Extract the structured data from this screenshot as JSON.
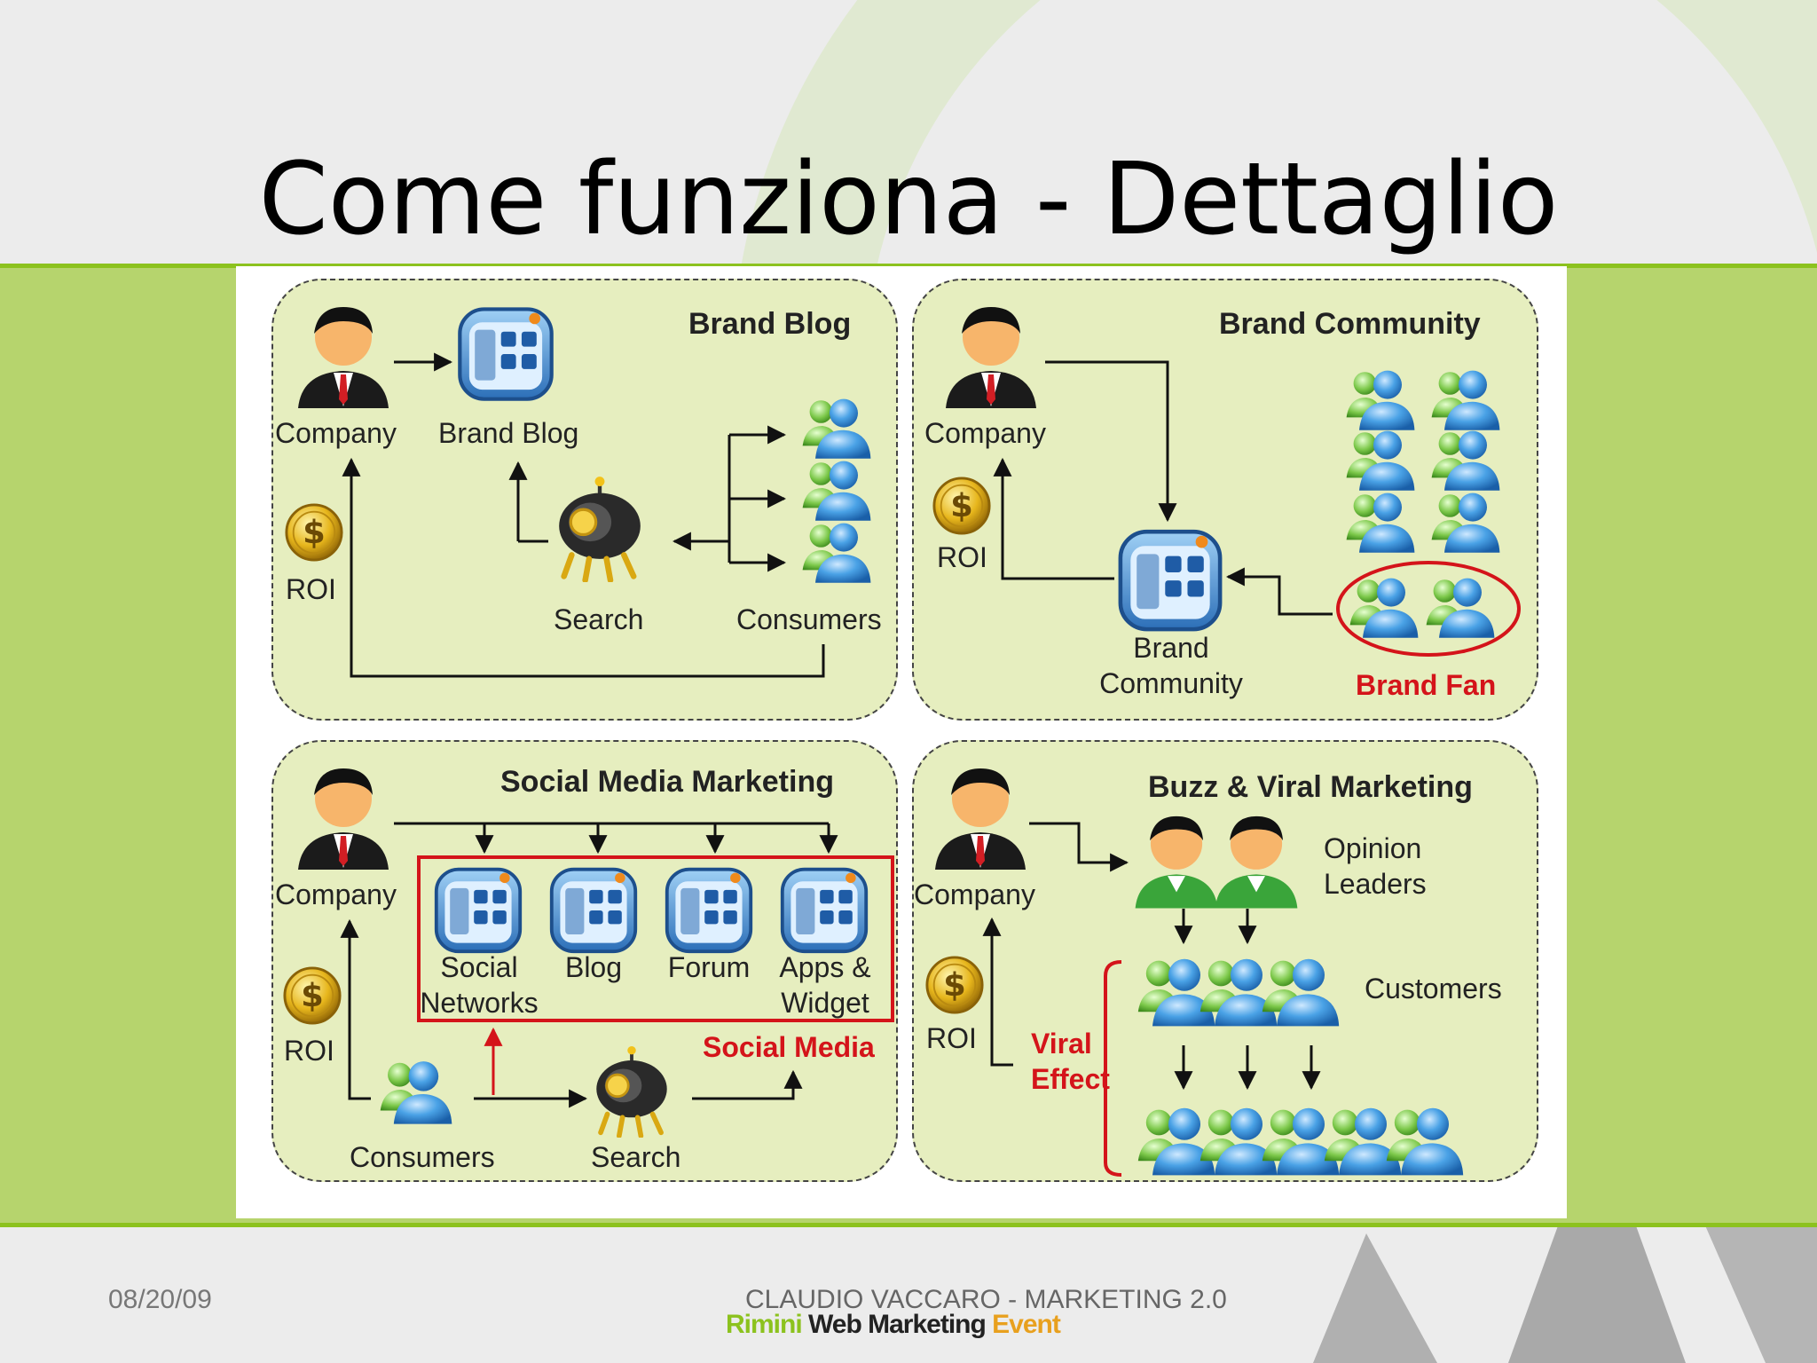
{
  "title": "Come funziona - Dettaglio",
  "colors": {
    "band": "#b6d46d",
    "band_border": "#8cc21e",
    "panel": "#e6eebf",
    "highlight_red": "#d4141a"
  },
  "panels": {
    "brand_blog": {
      "title": "Brand Blog",
      "company": "Company",
      "blog": "Brand Blog",
      "roi": "ROI",
      "search": "Search",
      "consumers": "Consumers"
    },
    "brand_community": {
      "title": "Brand Community",
      "company": "Company",
      "roi": "ROI",
      "community_1": "Brand",
      "community_2": "Community",
      "fan": "Brand Fan"
    },
    "social_media": {
      "title": "Social Media Marketing",
      "company": "Company",
      "roi": "ROI",
      "social_1": "Social",
      "social_2": "Networks",
      "blog": "Blog",
      "forum": "Forum",
      "apps_1": "Apps &",
      "apps_2": "Widget",
      "box_label": "Social Media",
      "consumers": "Consumers",
      "search": "Search"
    },
    "buzz_viral": {
      "title": "Buzz & Viral Marketing",
      "company": "Company",
      "roi": "ROI",
      "opinion_1": "Opinion",
      "opinion_2": "Leaders",
      "customers": "Customers",
      "viral_1": "Viral",
      "viral_2": "Effect"
    }
  },
  "footer": {
    "date": "08/20/09",
    "author": "CLAUDIO VACCARO  - MARKETING 2.0",
    "logo_1": "Rimini",
    "logo_2": "Web Marketing",
    "logo_3": "Event"
  }
}
